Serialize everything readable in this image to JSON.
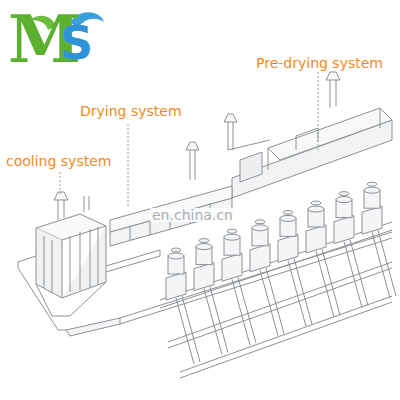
{
  "diagram": {
    "labels": [
      "M",
      "S",
      "Pre-drying system",
      "Drying system",
      "cooling system",
      "en.china.cn"
    ]
  }
}
